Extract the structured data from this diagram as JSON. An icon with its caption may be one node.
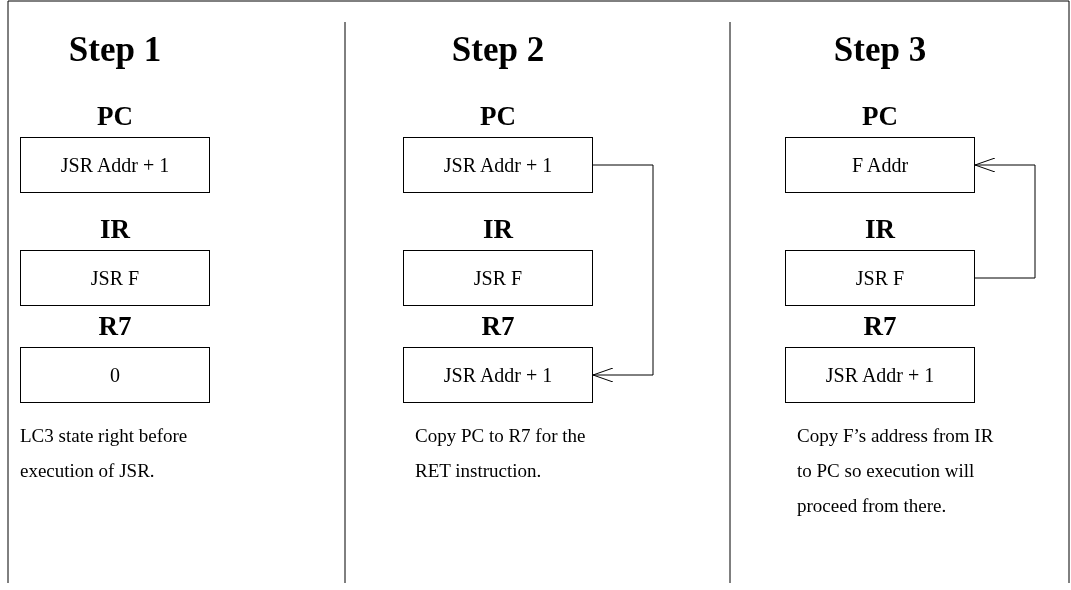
{
  "diagram": {
    "nodes": [
      {
        "text": [
          "PC",
          "JSR Addr + 1"
        ]
      },
      {
        "text": [
          "IR",
          "JSR F"
        ]
      },
      {
        "text": [
          "R7",
          "0"
        ]
      },
      {
        "text": [
          "PC",
          "JSR Addr + 1"
        ]
      },
      {
        "text": [
          "IR",
          "JSR F"
        ]
      },
      {
        "text": [
          "R7",
          "JSR Addr + 1"
        ]
      },
      {
        "text": [
          "PC",
          "F Addr"
        ]
      },
      {
        "text": [
          "IR",
          "JSR F"
        ]
      },
      {
        "text": [
          "R7",
          "JSR Addr + 1"
        ]
      }
    ],
    "edges": [
      {
        "from": 3,
        "to": 5,
        "arrow": "to"
      },
      {
        "from": 7,
        "to": 6,
        "arrow": "to"
      }
    ],
    "labels": [
      "Step 1",
      "Step 2",
      "Step 3",
      "LC3 state right before execution of JSR.",
      "Copy PC to R7 for the RET instruction.",
      "Copy F’s address from IR to PC so execution will proceed from there."
    ]
  }
}
